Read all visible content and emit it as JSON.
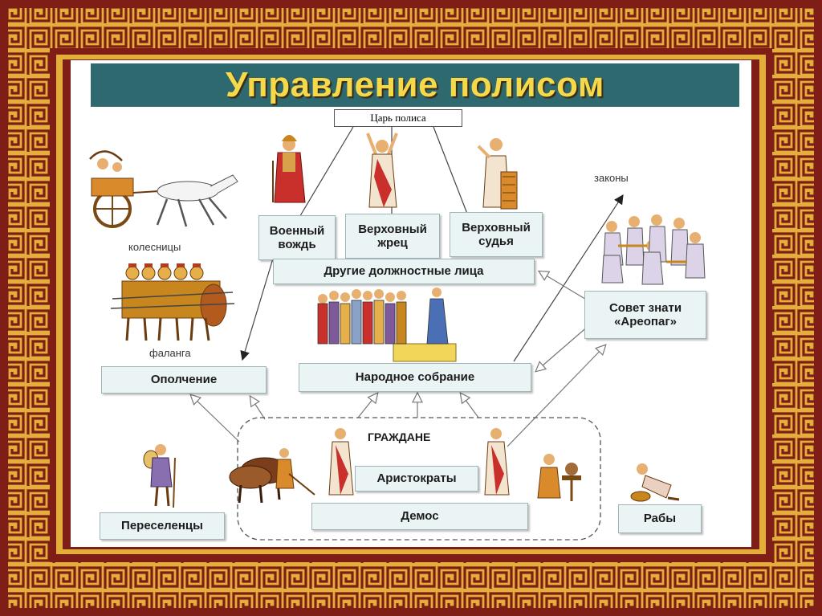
{
  "title": "Управление полисом",
  "colors": {
    "frame_red": "#7e1e16",
    "frame_gold": "#e4ae3a",
    "title_bg": "#2f6970",
    "title_text": "#f5d94a",
    "box_fill": "#eaf4f5"
  },
  "nodes": {
    "king": "Царь полиса",
    "military_leader": "Военный вождь",
    "high_priest": "Верховный жрец",
    "high_judge": "Верховный судья",
    "other_officials": "Другие должностные лица",
    "militia": "Ополчение",
    "assembly": "Народное собрание",
    "council": "Совет знати «Ареопаг»",
    "citizens": "ГРАЖДАНЕ",
    "aristocrats": "Аристократы",
    "demos": "Демос",
    "settlers": "Переселенцы",
    "slaves": "Рабы"
  },
  "labels": {
    "chariots": "колесницы",
    "phalanx": "фаланга",
    "laws": "законы"
  },
  "icons": [
    "chariot-icon",
    "phalanx-icon",
    "warrior-icon",
    "priest-icon",
    "judge-icon",
    "assembly-icon",
    "council-icon",
    "aristocrat-icon",
    "ox-plough-icon",
    "craftsman-icon",
    "settler-icon",
    "slave-icon"
  ]
}
